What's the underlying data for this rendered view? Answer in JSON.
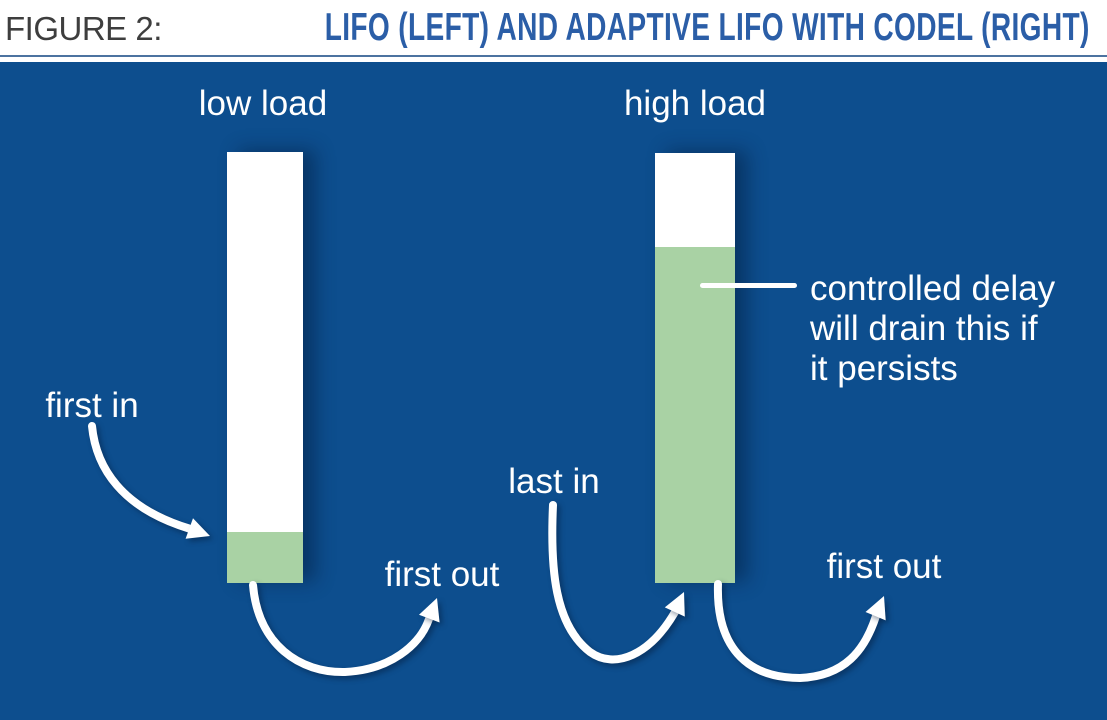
{
  "figure": {
    "label": "FIGURE 2:",
    "title": "LIFO (LEFT) AND ADAPTIVE LIFO WITH CODEL (RIGHT)"
  },
  "left_queue": {
    "load_label": "low load",
    "first_in_label": "first in",
    "first_out_label": "first out"
  },
  "right_queue": {
    "load_label": "high load",
    "last_in_label": "last in",
    "first_out_label": "first out",
    "callout_lines": [
      "controlled delay",
      "will drain this if",
      "it persists"
    ]
  },
  "theme": {
    "panel_blue": "#0d4e8e",
    "queue_green": "#a9d2a4",
    "bar_white": "#ffffff",
    "title_blue": "#2b5ea7",
    "figure_label_gray": "#3e3e3e",
    "rule_blue": "#4c73a0",
    "text_white": "#ffffff"
  }
}
